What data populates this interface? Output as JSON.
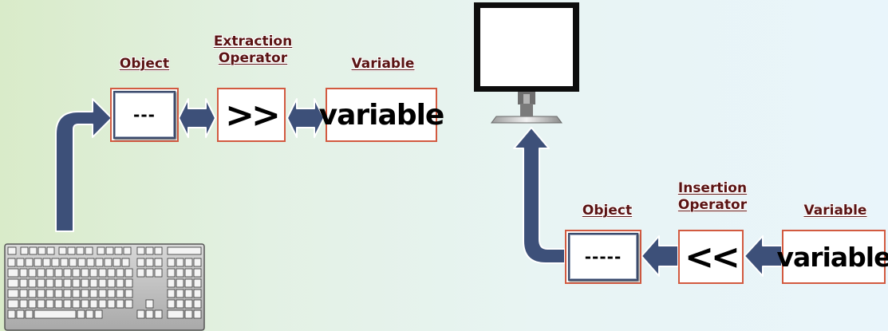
{
  "colors": {
    "arrow_fill": "#3d5079",
    "box_border": "#d25a40",
    "label_text": "#5a1313"
  },
  "input_flow": {
    "object": {
      "label": "Object",
      "content": "---"
    },
    "operator": {
      "label_line1": "Extraction",
      "label_line2": "Operator",
      "symbol": ">>"
    },
    "variable": {
      "label": "Variable",
      "content": "variable"
    },
    "source_icon": "keyboard-icon"
  },
  "output_flow": {
    "object": {
      "label": "Object",
      "content": "-----"
    },
    "operator": {
      "label_line1": "Insertion",
      "label_line2": "Operator",
      "symbol": "<<"
    },
    "variable": {
      "label": "Variable",
      "content": "variable"
    },
    "target_icon": "monitor-icon"
  }
}
